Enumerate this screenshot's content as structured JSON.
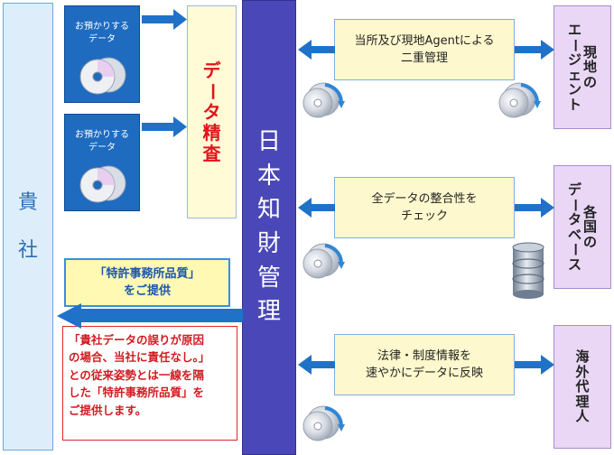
{
  "client": {
    "label_chars": [
      "貴",
      "社"
    ]
  },
  "data_cards": [
    {
      "line1": "お預かりする",
      "line2": "データ"
    },
    {
      "line1": "お預かりする",
      "line2": "データ"
    }
  ],
  "data_check": {
    "chars": [
      "デ",
      "ー",
      "タ",
      "精",
      "査"
    ]
  },
  "center": {
    "chars": [
      "日",
      "本",
      "知",
      "財",
      "管",
      "理"
    ]
  },
  "services": [
    {
      "line1": "当所及び現地Agentによる",
      "line2": "二重管理"
    },
    {
      "line1": "全データの整合性を",
      "line2": "チェック"
    },
    {
      "line1": "法律・制度情報を",
      "line2": "速やかにデータに反映"
    }
  ],
  "side_boxes": [
    {
      "columns": [
        [
          "現",
          "地",
          "の"
        ],
        [
          "エ",
          "ー",
          "ジ",
          "ェ",
          "ン",
          "ト"
        ]
      ]
    },
    {
      "columns": [
        [
          "各",
          "国",
          "の"
        ],
        [
          "デ",
          "ー",
          "タ",
          "ベ",
          "ー",
          "ス"
        ]
      ]
    },
    {
      "columns": [
        [
          "海",
          "外",
          "代",
          "理",
          "人"
        ]
      ]
    }
  ],
  "quality": {
    "line1": "「特許事務所品質」",
    "line2": "をご提供"
  },
  "message": {
    "lines": [
      "「貴社データの誤りが原因",
      "の場合、当社に責任なし。」",
      "との従来姿勢とは一線を隔",
      "した「特許事務所品質」を",
      "ご提供します。"
    ]
  },
  "colors": {
    "arrow_blue": "#1f72c8",
    "center_bar": "#4a47b8",
    "data_card": "#1e6bc0",
    "red_text": "#e0141b",
    "side_box": "#ead7f6",
    "service_box": "#fdf8cd"
  },
  "icons": [
    "disc-stack-icon",
    "disc-sync-icon",
    "database-icon",
    "right-arrow-icon",
    "double-arrow-icon",
    "left-arrow-icon"
  ]
}
